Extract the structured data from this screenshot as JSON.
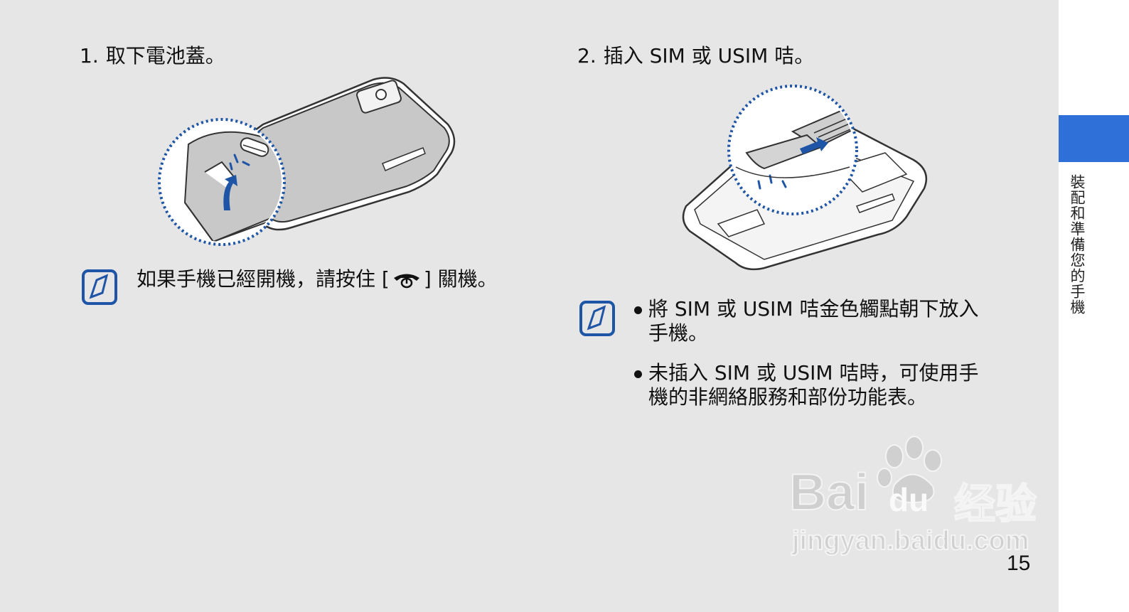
{
  "steps": [
    {
      "number": "1.",
      "text": "取下電池蓋。"
    },
    {
      "number": "2.",
      "text": "插入 SIM 或 USIM 咭。"
    }
  ],
  "note1": {
    "before": "如果手機已經開機，請按住 [",
    "after": "] 關機。",
    "key_icon": "end-call-power-key-icon"
  },
  "note2": {
    "bullets": [
      [
        "將 SIM 或 USIM 咭金色觸點朝下放入",
        "手機。"
      ],
      [
        "未插入 SIM 或 USIM 咭時，可使用手",
        "機的非網絡服務和部份功能表。"
      ]
    ]
  },
  "sidebar": {
    "chapter": "裝配和準備您的手機"
  },
  "page_number": "15",
  "watermark": {
    "brand": "Bai",
    "brand2": "du",
    "cn": "经验",
    "url": "jingyan.baidu.com"
  },
  "colors": {
    "accent": "#2e6fd8",
    "icon_blue": "#1f55a6",
    "page_bg": "#e6e6e6"
  }
}
